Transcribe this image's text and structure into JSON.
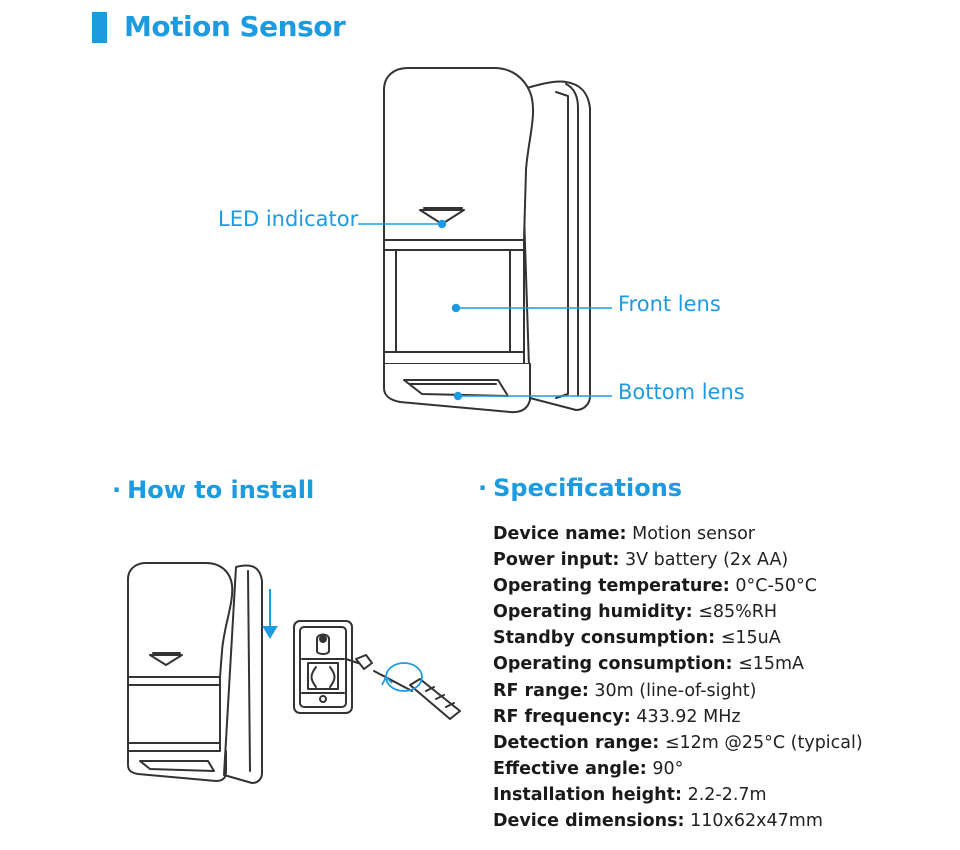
{
  "header": {
    "title": "Motion Sensor"
  },
  "callouts": {
    "led": "LED indicator",
    "front": "Front lens",
    "bottom": "Bottom lens"
  },
  "sections": {
    "install": {
      "bullet": "·",
      "title": "How to install"
    },
    "specs": {
      "bullet": "·",
      "title": "Specifications"
    }
  },
  "specifications": [
    {
      "key": "Device name:",
      "value": "Motion sensor"
    },
    {
      "key": "Power input:",
      "value": "3V battery (2x AA)"
    },
    {
      "key": "Operating temperature:",
      "value": "0°C-50°C"
    },
    {
      "key": "Operating humidity:",
      "value": "≤85%RH"
    },
    {
      "key": "Standby consumption:",
      "value": "≤15uA"
    },
    {
      "key": "Operating consumption:",
      "value": "≤15mA"
    },
    {
      "key": "RF range:",
      "value": "30m (line-of-sight)"
    },
    {
      "key": "RF frequency:",
      "value": "433.92 MHz"
    },
    {
      "key": "Detection range:",
      "value": "≤12m @25°C (typical)"
    },
    {
      "key": "Effective angle:",
      "value": "90°"
    },
    {
      "key": "Installation height:",
      "value": "2.2-2.7m"
    },
    {
      "key": "Device dimensions:",
      "value": "110x62x47mm"
    }
  ],
  "colors": {
    "accent": "#1d9be0",
    "outline": "#333333"
  },
  "icons": {
    "arrow": "arrow-down-icon",
    "rotate": "rotate-icon",
    "screwdriver": "screwdriver-icon"
  }
}
